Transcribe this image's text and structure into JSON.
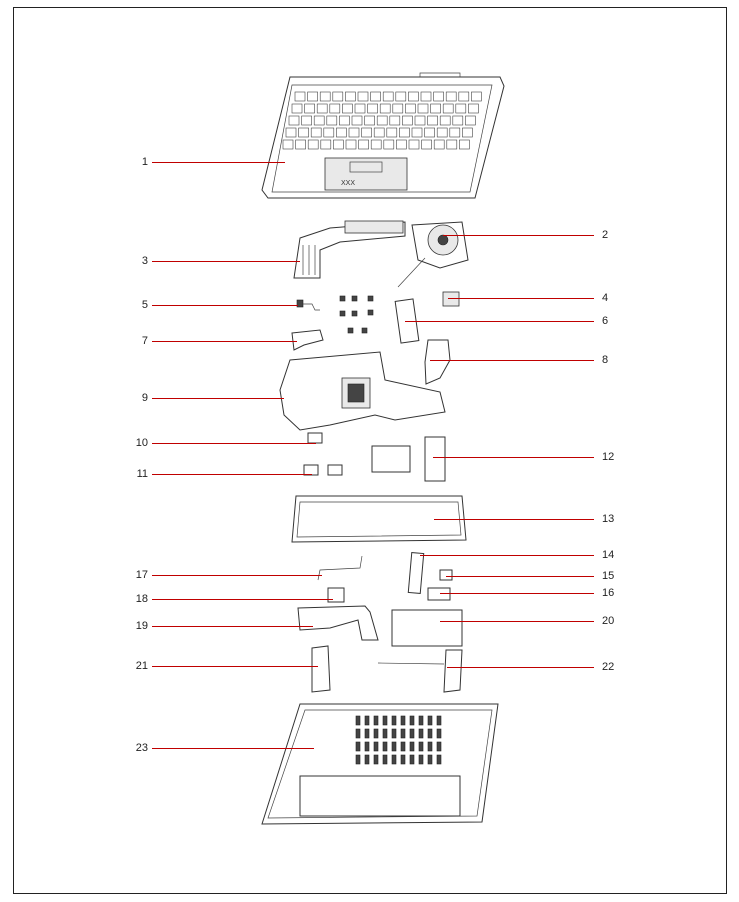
{
  "diagram": {
    "callouts": [
      {
        "label": "1",
        "side": "left"
      },
      {
        "label": "2",
        "side": "right"
      },
      {
        "label": "3",
        "side": "left"
      },
      {
        "label": "4",
        "side": "right"
      },
      {
        "label": "5",
        "side": "left"
      },
      {
        "label": "6",
        "side": "right"
      },
      {
        "label": "7",
        "side": "left"
      },
      {
        "label": "8",
        "side": "right"
      },
      {
        "label": "9",
        "side": "left"
      },
      {
        "label": "10",
        "side": "left"
      },
      {
        "label": "11",
        "side": "left"
      },
      {
        "label": "12",
        "side": "right"
      },
      {
        "label": "13",
        "side": "right"
      },
      {
        "label": "14",
        "side": "right"
      },
      {
        "label": "15",
        "side": "right"
      },
      {
        "label": "16",
        "side": "right"
      },
      {
        "label": "17",
        "side": "left"
      },
      {
        "label": "18",
        "side": "left"
      },
      {
        "label": "19",
        "side": "left"
      },
      {
        "label": "20",
        "side": "right"
      },
      {
        "label": "21",
        "side": "left"
      },
      {
        "label": "22",
        "side": "right"
      },
      {
        "label": "23",
        "side": "left"
      }
    ],
    "palmrest_logo_text": "XXX",
    "leader_color": "#c00000"
  }
}
